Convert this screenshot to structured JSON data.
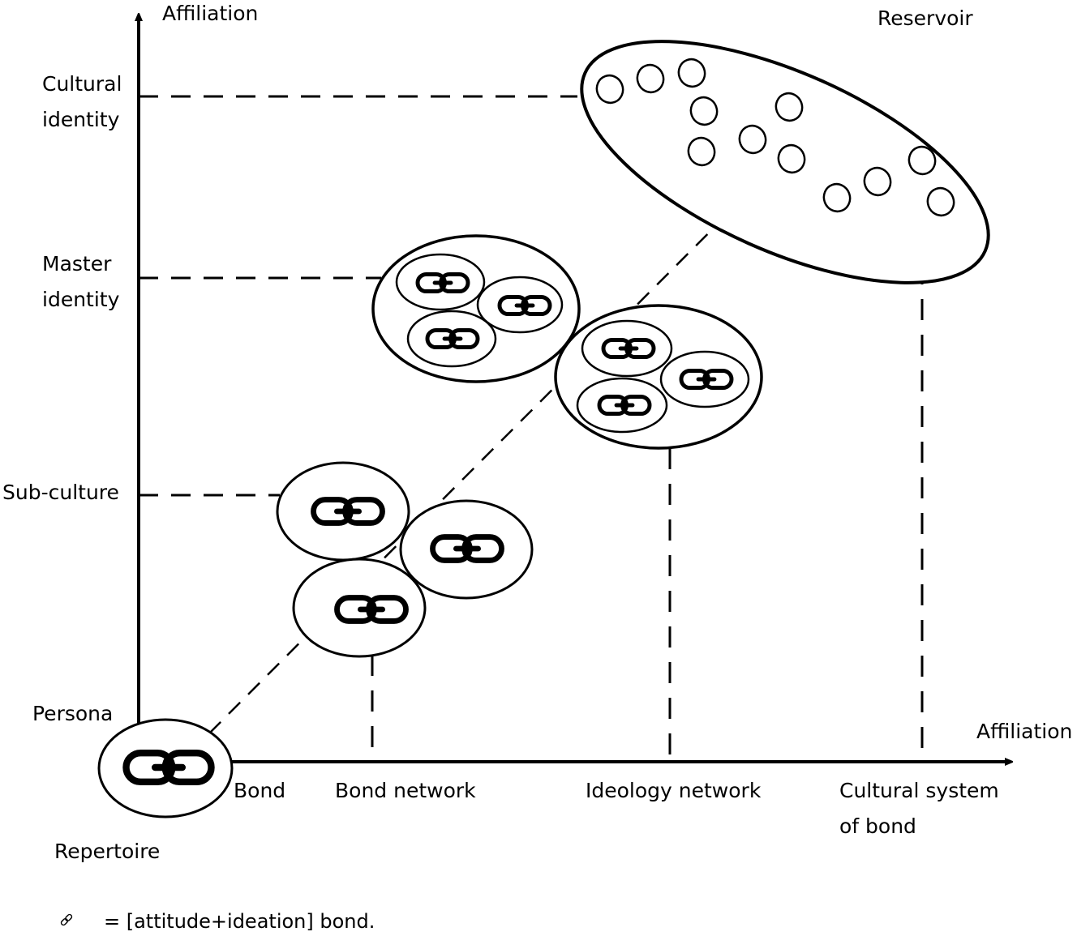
{
  "diagram": {
    "y_axis_label": "Affiliation",
    "x_axis_label": "Affiliation",
    "y_levels": {
      "cultural_identity": [
        "Cultural",
        "identity"
      ],
      "master_identity": [
        "Master",
        "identity"
      ],
      "sub_culture": "Sub-culture",
      "persona": "Persona"
    },
    "x_levels": {
      "bond": "Bond",
      "bond_network": "Bond network",
      "ideology_network": "Ideology network",
      "cultural_system": [
        "Cultural system",
        "of bond"
      ]
    },
    "group_labels": {
      "reservoir": "Reservoir",
      "repertoire": "Repertoire"
    },
    "legend": {
      "symbol": "bond-link-icon",
      "text": "= [attitude+ideation] bond."
    },
    "stages": [
      {
        "name": "Bond",
        "level": "Persona",
        "bonds": 1
      },
      {
        "name": "Bond network",
        "level": "Sub-culture",
        "bonds": 3
      },
      {
        "name": "Ideology network",
        "level": "Master identity",
        "groups": 2,
        "bonds_per_group": 3
      },
      {
        "name": "Cultural system of bond",
        "level": "Cultural identity",
        "units": 12
      }
    ]
  }
}
